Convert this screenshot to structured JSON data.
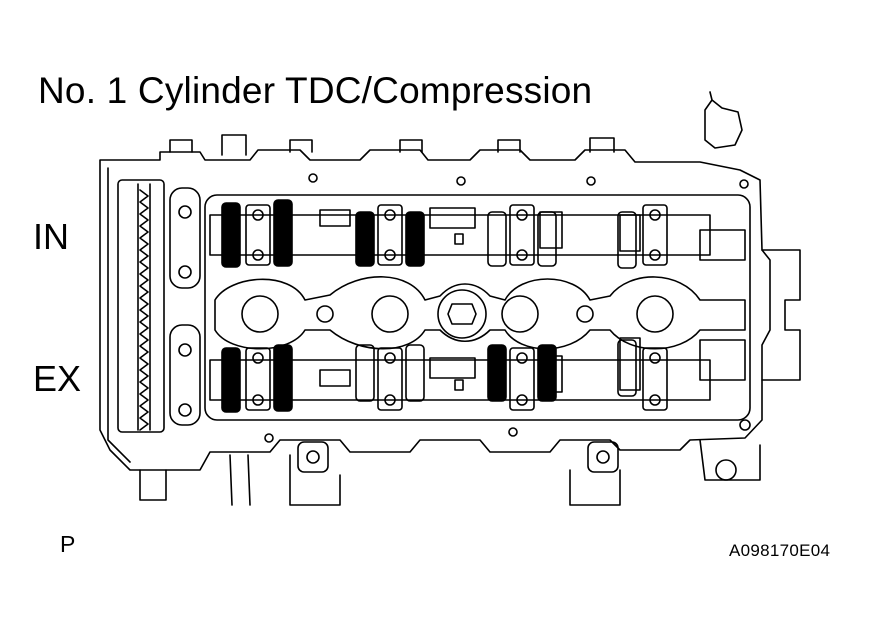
{
  "figure": {
    "title": "No. 1 Cylinder TDC/Compression",
    "label_intake": "IN",
    "label_exhaust": "EX",
    "label_p": "P",
    "figure_id": "A098170E04"
  }
}
